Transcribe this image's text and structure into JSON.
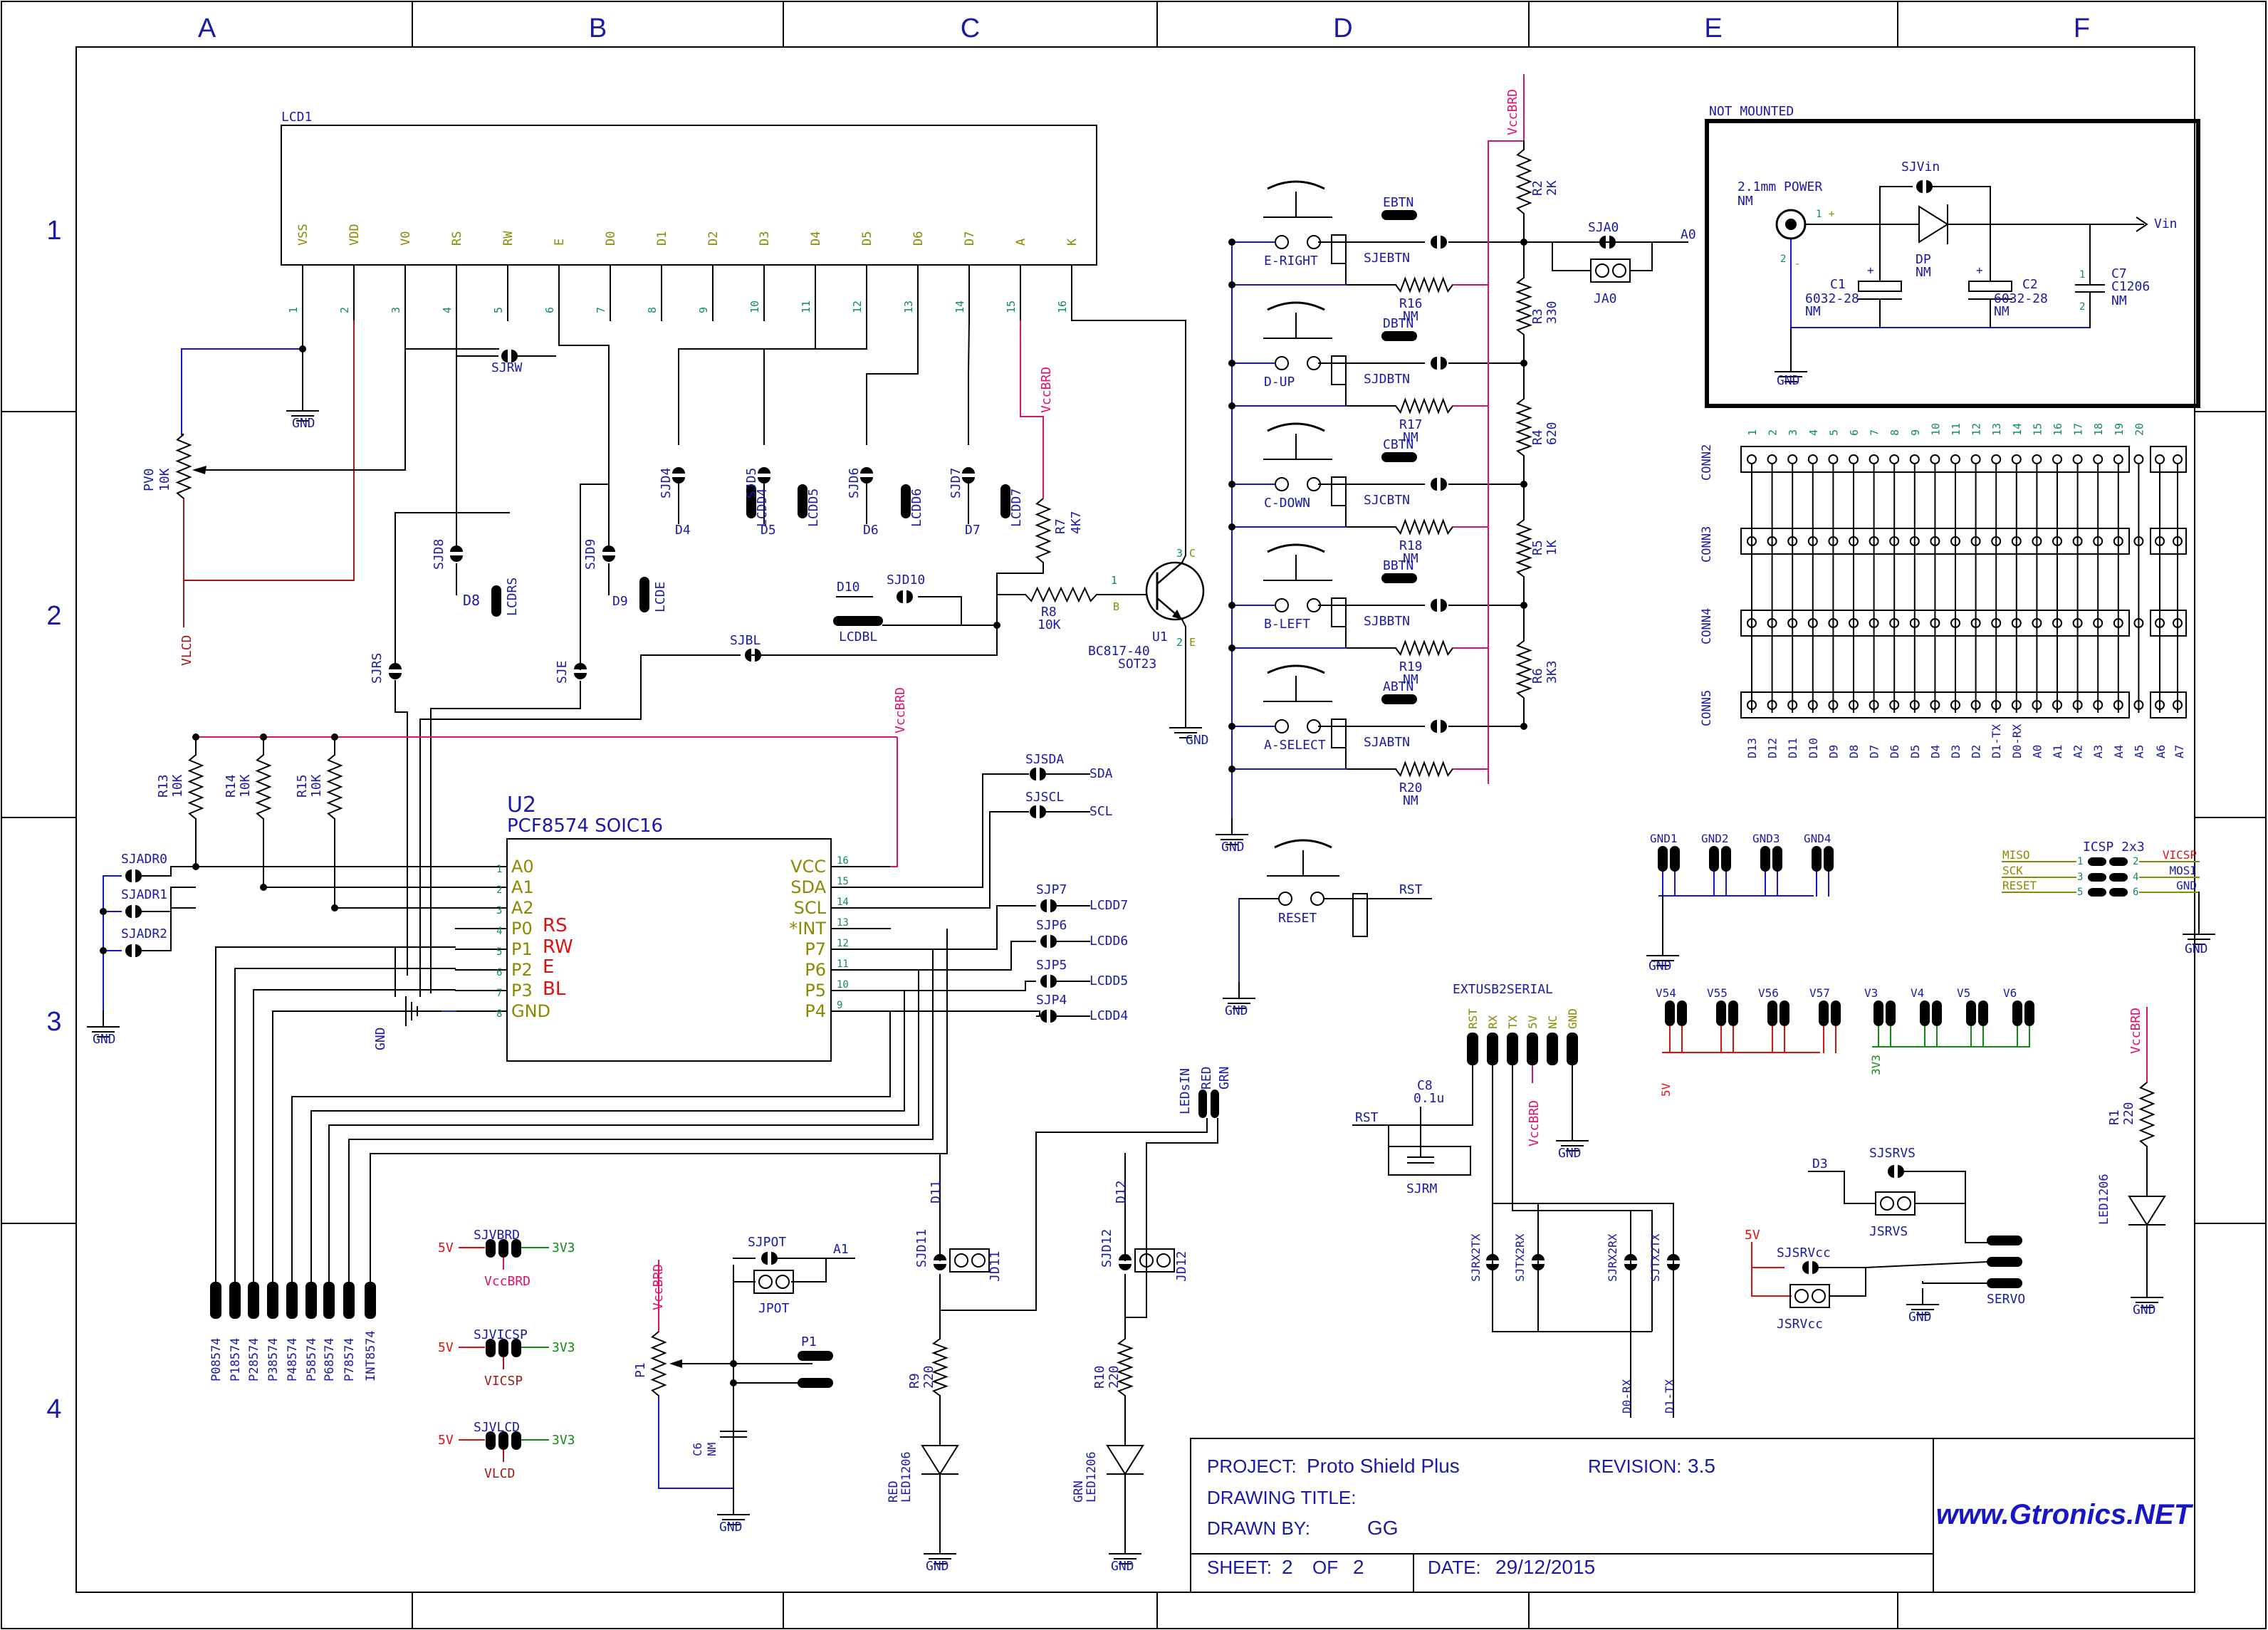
{
  "colors": {
    "frame": "#000000",
    "label": "#1a1aa6",
    "net_blue": "#1515d0",
    "vcc": "#e0106a",
    "vlcd": "#a31818",
    "green": "#138a13",
    "red": "#e01010",
    "pin": "#8a8a00",
    "pinnum": "#128a62"
  },
  "frame": {
    "columns": [
      "A",
      "B",
      "C",
      "D",
      "E",
      "F"
    ],
    "rows": [
      "1",
      "2",
      "3",
      "4"
    ]
  },
  "title_block": {
    "project_label": "PROJECT:",
    "project": "Proto Shield Plus",
    "revision_label": "REVISION:",
    "revision": "3.5",
    "drawing_title_label": "DRAWING TITLE:",
    "drawing_title": "",
    "drawn_by_label": "DRAWN BY:",
    "drawn_by": "GG",
    "sheet_label": "SHEET:",
    "sheet": "2",
    "of_label": "OF",
    "of": "2",
    "date_label": "DATE:",
    "date": "29/12/2015",
    "website": "www.Gtronics.NET"
  },
  "lcd": {
    "name": "LCD1",
    "pins": [
      "VSS",
      "VDD",
      "V0",
      "RS",
      "RW",
      "E",
      "D0",
      "D1",
      "D2",
      "D3",
      "D4",
      "D5",
      "D6",
      "D7",
      "A",
      "K"
    ],
    "numbers": [
      "1",
      "2",
      "3",
      "4",
      "5",
      "6",
      "7",
      "8",
      "9",
      "10",
      "11",
      "12",
      "13",
      "14",
      "15",
      "16"
    ]
  },
  "lcd_jumpers": [
    {
      "name": "SJD4",
      "net": "D4",
      "alt": "LCDD4"
    },
    {
      "name": "SJD5",
      "net": "D5",
      "alt": "LCDD5"
    },
    {
      "name": "SJD6",
      "net": "D6",
      "alt": "LCDD6"
    },
    {
      "name": "SJD7",
      "net": "D7",
      "alt": "LCDD7"
    },
    {
      "name": "SJD8",
      "net": "D8",
      "alt": "LCDRS"
    },
    {
      "name": "SJD9",
      "net": "D9",
      "alt": "LCDE"
    }
  ],
  "labels": {
    "sjrw": "SJRW",
    "gnd": "GND",
    "pv0": "PV0",
    "pv0_val": "10K",
    "vlcd": "VLCD",
    "vccbrd": "VccBRD",
    "r7": "R7",
    "r7_val": "4K7",
    "r8": "R8",
    "r8_val": "10K",
    "d10": "D10",
    "sjd10": "SJD10",
    "lcdbl": "LCDBL",
    "u1": "U1",
    "u1_part": "BC817-40",
    "u1_pkg": "SOT23",
    "b": "B",
    "c": "C",
    "e": "E",
    "pin_b": "1",
    "pin_c": "3",
    "pin_e": "2",
    "sjbl": "SJBL",
    "sjrs": "SJRS",
    "sje": "SJE",
    "r13": "R13",
    "r14": "R14",
    "r15": "R15",
    "r_10k": "10K",
    "sjadr0": "SJADR0",
    "sjadr1": "SJADR1",
    "sjadr2": "SJADR2",
    "u2": "U2",
    "u2_part": "PCF8574 SOIC16",
    "sjsda": "SJSDA",
    "sda": "SDA",
    "sjscl": "SJSCL",
    "scl": "SCL",
    "sjp7": "SJP7",
    "lcdd7": "LCDD7",
    "sjp6": "SJP6",
    "lcdd6": "LCDD6",
    "sjp5": "SJP5",
    "lcdd5": "LCDD5",
    "sjp4": "SJP4",
    "lcdd4": "LCDD4",
    "rs": "RS",
    "rw": "RW",
    "e_sig": "E",
    "bl": "BL",
    "leds_in": "LEDsIN",
    "red": "RED",
    "grn": "GRN",
    "d11": "D11",
    "sjd11": "SJD11",
    "jd11": "JD11",
    "r9": "R9",
    "r9_val": "220",
    "d12": "D12",
    "sjd12": "SJD12",
    "jd12": "JD12",
    "r10": "R10",
    "r10_val": "220",
    "led_red": "RED",
    "led_grn": "GRN",
    "led1206": "LED1206",
    "sjvbrd": "SJVBRD",
    "sjvicsp": "SJVICSP",
    "sjvlcd": "SJVLCD",
    "v5": "5V",
    "v3v3": "3V3",
    "vicsp": "VICSP",
    "sjpot": "SJPOT",
    "jpot": "JPOT",
    "a1": "A1",
    "p1": "P1",
    "c6": "C6",
    "nm": "NM",
    "reset": "RESET",
    "rst": "RST",
    "r2": "R2",
    "r2_val": "2K",
    "r3": "R3",
    "r3_val": "330",
    "r4": "R4",
    "r4_val": "620",
    "r5": "R5",
    "r5_val": "1K",
    "r6": "R6",
    "r6_val": "3K3",
    "sja0": "SJA0",
    "ja0": "JA0",
    "a0": "A0",
    "r16": "R16",
    "r17": "R17",
    "r18": "R18",
    "r19": "R19",
    "r20": "R20",
    "not_mounted": "NOT MOUNTED",
    "power": "2.1mm POWER",
    "sjvin": "SJVin",
    "vin": "Vin",
    "dp": "DP",
    "c1": "C1",
    "c2": "C2",
    "c7": "C7",
    "c7_pkg": "C1206",
    "cap_pkg": "6032-28",
    "pwr_pin1": "1",
    "pwr_pin2": "2",
    "plus": "+",
    "minus": "-",
    "c7_pin1": "1",
    "c7_pin2": "2",
    "ext": "EXTUSB2SERIAL",
    "c8": "C8",
    "c8_val": "0.1u",
    "sjrm": "SJRM",
    "sjrx2tx": "SJRX2TX",
    "sjtx2rx": "SJTX2RX",
    "sjrx2rx": "SJRX2RX",
    "sjtx2tx": "SJTX2TX",
    "d0rx": "D0-RX",
    "d1tx": "D1-TX",
    "icsp": "ICSP 2x3",
    "miso": "MISO",
    "sck": "SCK",
    "reset_icsp": "RESET",
    "mosi": "MOSI",
    "icsp_p1": "1",
    "icsp_p2": "2",
    "icsp_p3": "3",
    "icsp_p4": "4",
    "icsp_p5": "5",
    "icsp_p6": "6",
    "d3": "D3",
    "sjsrvs": "SJSRVS",
    "jsrvs": "JSRVS",
    "sjsrvcc": "SJSRVcc",
    "jsrvcc": "JSRVcc",
    "servo": "SERVO",
    "r1": "R1",
    "r1_val": "220"
  },
  "buttons": [
    {
      "name": "E-RIGHT",
      "btn": "EBTN",
      "sj": "SJEBTN",
      "r": "R16",
      "nm": "NM"
    },
    {
      "name": "D-UP",
      "btn": "DBTN",
      "sj": "SJDBTN",
      "r": "R17",
      "nm": "NM"
    },
    {
      "name": "C-DOWN",
      "btn": "CBTN",
      "sj": "SJCBTN",
      "r": "R18",
      "nm": "NM"
    },
    {
      "name": "B-LEFT",
      "btn": "BBTN",
      "sj": "SJBBTN",
      "r": "R19",
      "nm": "NM"
    },
    {
      "name": "A-SELECT",
      "btn": "ABTN",
      "sj": "SJABTN",
      "r": "R20",
      "nm": "NM"
    }
  ],
  "u2": {
    "left_pins": [
      "A0",
      "A1",
      "A2",
      "P0",
      "P1",
      "P2",
      "P3",
      "GND"
    ],
    "left_nums": [
      "1",
      "2",
      "3",
      "4",
      "5",
      "6",
      "7",
      "8"
    ],
    "right_pins": [
      "VCC",
      "SDA",
      "SCL",
      "*INT",
      "P7",
      "P6",
      "P5",
      "P4"
    ],
    "right_nums": [
      "16",
      "15",
      "14",
      "13",
      "12",
      "11",
      "10",
      "9"
    ]
  },
  "p8574_labels": [
    "P08574",
    "P18574",
    "P28574",
    "P38574",
    "P48574",
    "P58574",
    "P68574",
    "P78574",
    "INT8574"
  ],
  "ext_pins": [
    "RST",
    "RX",
    "TX",
    "5V",
    "NC",
    "GND"
  ],
  "conn": {
    "rows": [
      "CONN2",
      "CONN3",
      "CONN4",
      "CONN5"
    ],
    "numbers": [
      "1",
      "2",
      "3",
      "4",
      "5",
      "6",
      "7",
      "8",
      "9",
      "10",
      "11",
      "12",
      "13",
      "14",
      "15",
      "16",
      "17",
      "18",
      "19",
      "20"
    ],
    "bottom": [
      "D13",
      "D12",
      "D11",
      "D10",
      "D9",
      "D8",
      "D7",
      "D6",
      "D5",
      "D4",
      "D3",
      "D2",
      "D1-TX",
      "D0-RX",
      "A0",
      "A1",
      "A2",
      "A3",
      "A4",
      "A5"
    ],
    "extra": [
      "A6",
      "A7"
    ]
  },
  "gnd_header": [
    "GND1",
    "GND2",
    "GND3",
    "GND4"
  ],
  "v5_header": [
    "V54",
    "V55",
    "V56",
    "V57"
  ],
  "v3_header": [
    "V3",
    "V4",
    "V5",
    "V6"
  ]
}
